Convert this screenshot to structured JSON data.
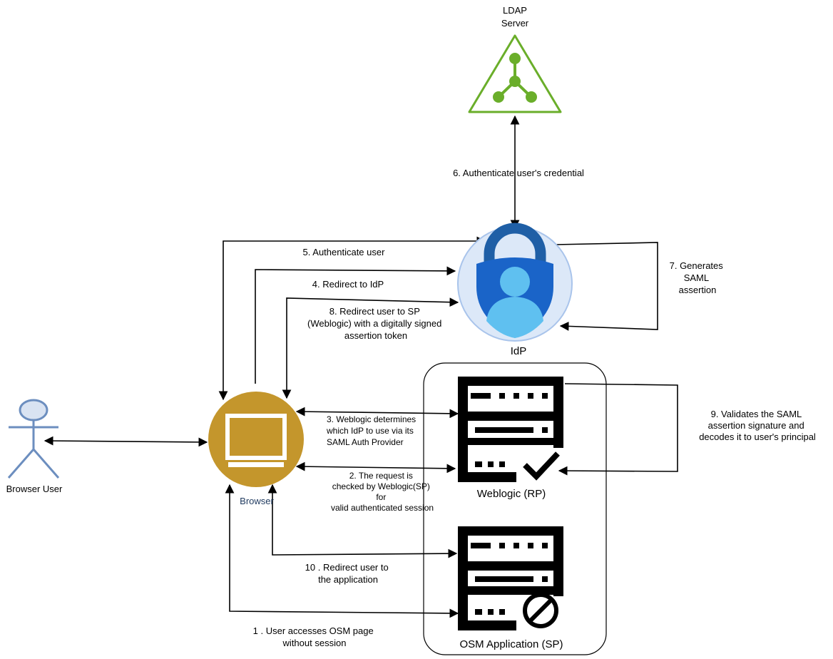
{
  "nodes": {
    "ldap": {
      "label_line1": "LDAP",
      "label_line2": "Server",
      "color": "#6AAE2A",
      "icon": "ldap-server-icon"
    },
    "idp": {
      "label": "IdP",
      "icon": "authenticator-lock-icon"
    },
    "browser_user": {
      "label": "Browser User",
      "color": "#6C8EBF",
      "icon": "user-actor-icon"
    },
    "browser": {
      "label": "Browser",
      "color": "#C4962C",
      "label_color": "#1F3A5F",
      "icon": "monitor-icon"
    },
    "weblogic": {
      "label": "Weblogic (RP)",
      "icon": "server-check-icon"
    },
    "osm": {
      "label": "OSM Application (SP)",
      "icon": "server-blocked-icon"
    }
  },
  "edges": [
    {
      "id": "step1",
      "lines": [
        "1 . User accesses OSM page",
        "without session"
      ]
    },
    {
      "id": "step2",
      "lines": [
        "2. The request is",
        "checked by Weblogic(SP)",
        "for",
        "valid authenticated session"
      ]
    },
    {
      "id": "step3",
      "lines": [
        "3. Weblogic determines",
        "which IdP to use via its",
        "SAML Auth Provider"
      ]
    },
    {
      "id": "step4",
      "lines": [
        "4. Redirect to IdP"
      ]
    },
    {
      "id": "step5",
      "lines": [
        "5. Authenticate user"
      ]
    },
    {
      "id": "step6",
      "lines": [
        "6. Authenticate user's credential"
      ]
    },
    {
      "id": "step7",
      "lines": [
        "7. Generates",
        "SAML",
        "assertion"
      ]
    },
    {
      "id": "step8",
      "lines": [
        "8. Redirect user to SP",
        "(Weblogic) with a digitally signed",
        "assertion token"
      ]
    },
    {
      "id": "step9",
      "lines": [
        "9. Validates the SAML",
        "assertion signature  and",
        "decodes it to user's principal"
      ]
    },
    {
      "id": "step10",
      "lines": [
        "10 . Redirect user to",
        "the application"
      ]
    }
  ]
}
